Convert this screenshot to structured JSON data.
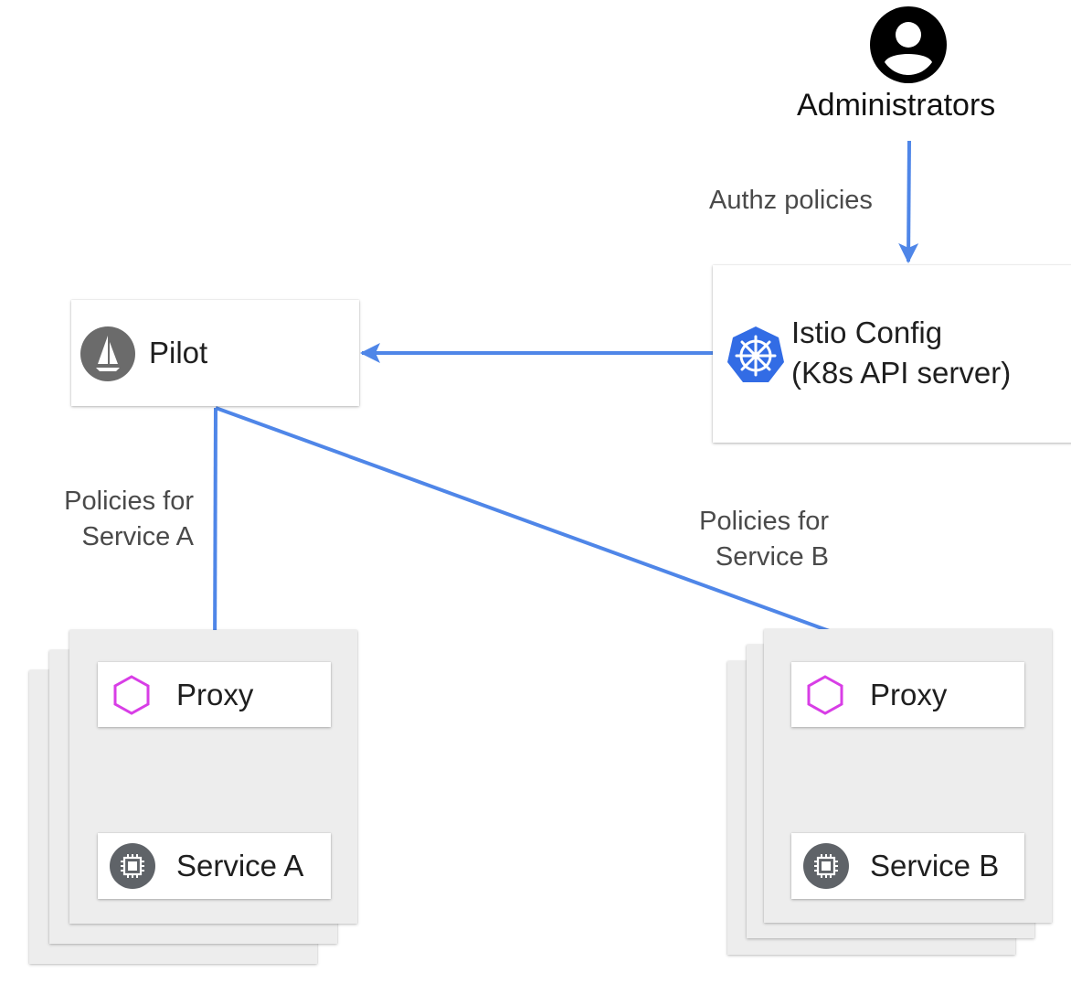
{
  "administrators": {
    "label": "Administrators",
    "icon": "user-account-icon"
  },
  "edges": {
    "authz_policies": "Authz policies",
    "policies_a_line1": "Policies for",
    "policies_a_line2": "Service A",
    "policies_b_line1": "Policies for",
    "policies_b_line2": "Service B"
  },
  "pilot": {
    "label": "Pilot",
    "icon": "istio-sail-icon"
  },
  "istio_config": {
    "line1": "Istio Config",
    "line2": "(K8s API server)",
    "icon": "kubernetes-helm-icon"
  },
  "pod_a": {
    "proxy_label": "Proxy",
    "service_label": "Service A",
    "proxy_icon": "hexagon-icon",
    "service_icon": "chip-icon"
  },
  "pod_b": {
    "proxy_label": "Proxy",
    "service_label": "Service B",
    "proxy_icon": "hexagon-icon",
    "service_icon": "chip-icon"
  },
  "colors": {
    "arrow": "#4f86e8",
    "proxy_hex": "#d83ee6",
    "kubernetes": "#326ce5",
    "icon_gray": "#5f6368",
    "card_bg": "#ededed"
  }
}
